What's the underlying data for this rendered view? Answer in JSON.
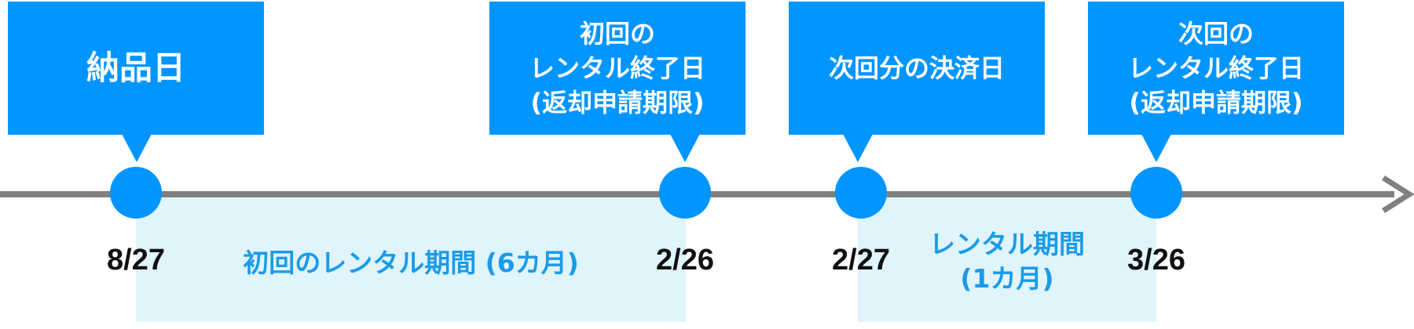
{
  "colors": {
    "accent": "#0095ff",
    "axis": "#808080",
    "period_fill": "#dff4fb",
    "period_text": "#1a9be8",
    "date_text": "#111111"
  },
  "milestones": [
    {
      "lines": [
        "納品日"
      ],
      "date": "8/27"
    },
    {
      "lines": [
        "初回の",
        "レンタル終了日",
        "(返却申請期限)"
      ],
      "date": "2/26"
    },
    {
      "lines": [
        "次回分の決済日"
      ],
      "date": "2/27"
    },
    {
      "lines": [
        "次回の",
        "レンタル終了日",
        "(返却申請期限)"
      ],
      "date": "3/26"
    }
  ],
  "periods": [
    {
      "lines": [
        "初回のレンタル期間 (6カ月)"
      ]
    },
    {
      "lines": [
        "レンタル期間",
        "(1カ月)"
      ]
    }
  ]
}
